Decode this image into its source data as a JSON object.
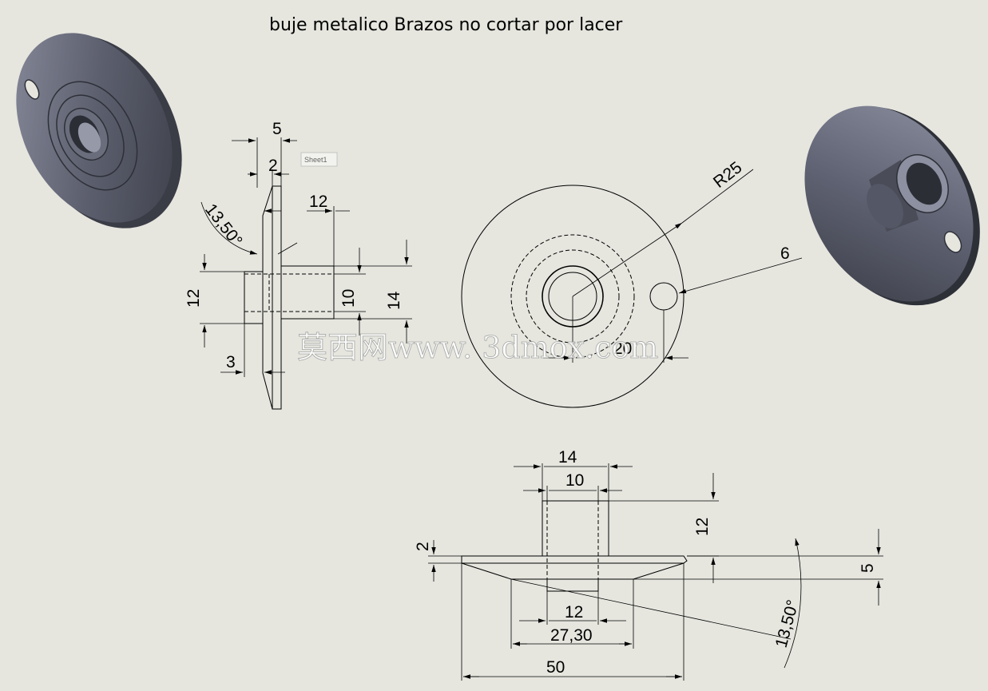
{
  "title": "buje metalico Brazos no cortar por lacer",
  "sheet_tag": "Sheet1",
  "watermark": "莫西网www. 3dmox.com",
  "colors": {
    "background": "#e6e6df",
    "part_body": "#5c5f6e",
    "part_dark": "#3a3c46",
    "part_light": "#8d90a0"
  },
  "side_view": {
    "dims": {
      "d5": "5",
      "d2": "2",
      "d12_len": "12",
      "angle": "13,50°",
      "d12_h": "12",
      "d10": "10",
      "d14": "14",
      "d3": "3"
    }
  },
  "front_view": {
    "dims": {
      "r25": "R25",
      "hole": "6",
      "d20": "20"
    }
  },
  "bottom_view": {
    "dims": {
      "d14": "14",
      "d10": "10",
      "d12_h": "12",
      "d2": "2",
      "d5": "5",
      "angle": "13,50°",
      "d12_w": "12",
      "d27": "27,30",
      "d50": "50"
    }
  }
}
